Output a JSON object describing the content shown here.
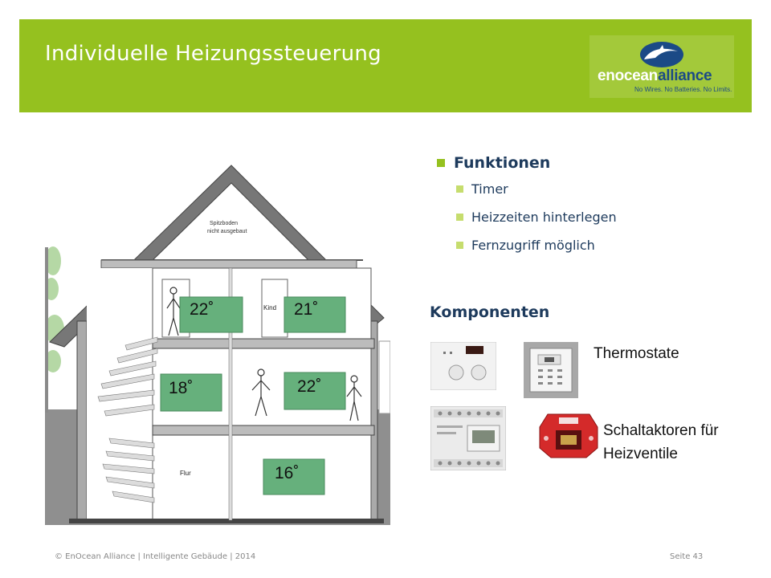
{
  "slide": {
    "title": "Individuelle Heizungssteuerung"
  },
  "logo": {
    "name_part1": "enocean",
    "name_part2": "alliance",
    "tagline": "No Wires. No Batteries. No Limits."
  },
  "house": {
    "attic_label_line1": "Spitzboden",
    "attic_label_line2": "nicht ausgebaut",
    "rooms": [
      {
        "temperature": "22˚"
      },
      {
        "room_name": "Kind",
        "temperature": "21˚"
      },
      {
        "temperature": "18˚"
      },
      {
        "temperature": "22˚"
      },
      {
        "room_name": "Flur"
      },
      {
        "temperature": "16˚"
      }
    ]
  },
  "funktionen": {
    "heading": "Funktionen",
    "items": [
      "Timer",
      "Heizzeiten hinterlegen",
      "Fernzugriff möglich"
    ]
  },
  "komponenten": {
    "heading": "Komponenten",
    "thermostate_label": "Thermostate",
    "schaltaktoren_line1": "Schaltaktoren für",
    "schaltaktoren_line2": "Heizventile"
  },
  "footer": {
    "left": "© EnOcean Alliance  |  Intelligente Gebäude  |  2014",
    "right": "Seite 43"
  },
  "colors": {
    "header_green": "#95c11f",
    "bullet_green": "#95c11f",
    "text_navy": "#1d3a5c",
    "room_box_green": "#66b07c"
  }
}
